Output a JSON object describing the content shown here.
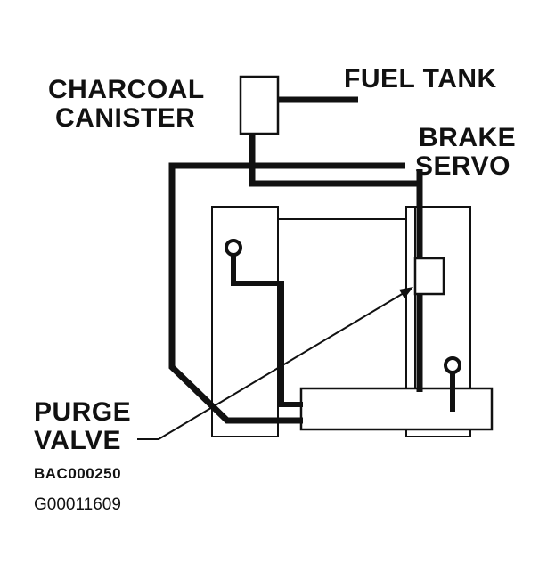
{
  "labels": {
    "charcoal_canister_1": "CHARCOAL",
    "charcoal_canister_2": "CANISTER",
    "fuel_tank": "FUEL TANK",
    "brake_servo_1": "BRAKE",
    "brake_servo_2": "SERVO",
    "purge_valve_1": "PURGE",
    "purge_valve_2": "VALVE"
  },
  "codes": {
    "diagram_code": "BAC000250",
    "figure_id": "G00011609"
  },
  "colors": {
    "ink": "#111111",
    "background": "#ffffff"
  }
}
